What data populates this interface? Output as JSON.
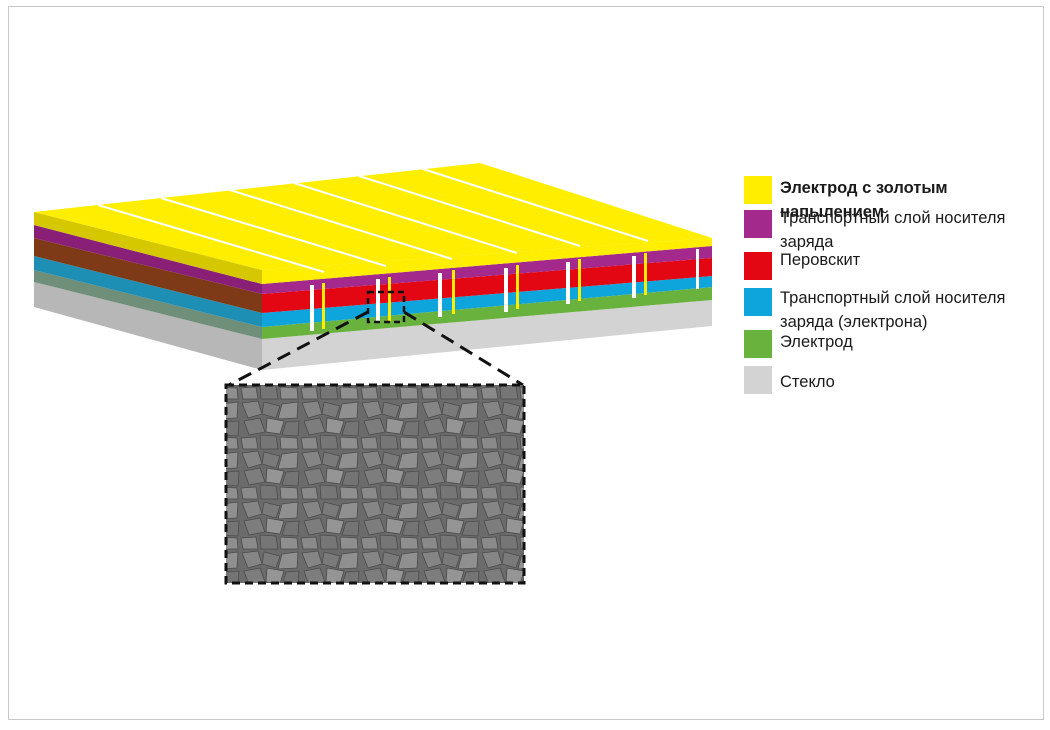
{
  "legend": {
    "items": [
      {
        "label": "Электрод с золотым напылением",
        "color": "#ffee00",
        "bold": true
      },
      {
        "label": "Транспортный слой носителя заряда",
        "color": "#a32a8c",
        "bold": false
      },
      {
        "label": "Перовскит",
        "color": "#e30613",
        "bold": false
      },
      {
        "label": "Транспортный слой носителя заряда (электрона)",
        "color": "#0ea5dc",
        "bold": false
      },
      {
        "label": "Электрод",
        "color": "#6ab23e",
        "bold": false
      },
      {
        "label": "Стекло",
        "color": "#d3d3d3",
        "bold": false
      }
    ]
  },
  "colors": {
    "gold": "#ffee00",
    "htl": "#a32a8c",
    "perovskite": "#e30613",
    "etl": "#0ea5dc",
    "electrode": "#6ab23e",
    "glass": "#d3d3d3",
    "sem_background": "#6f6f6f"
  }
}
